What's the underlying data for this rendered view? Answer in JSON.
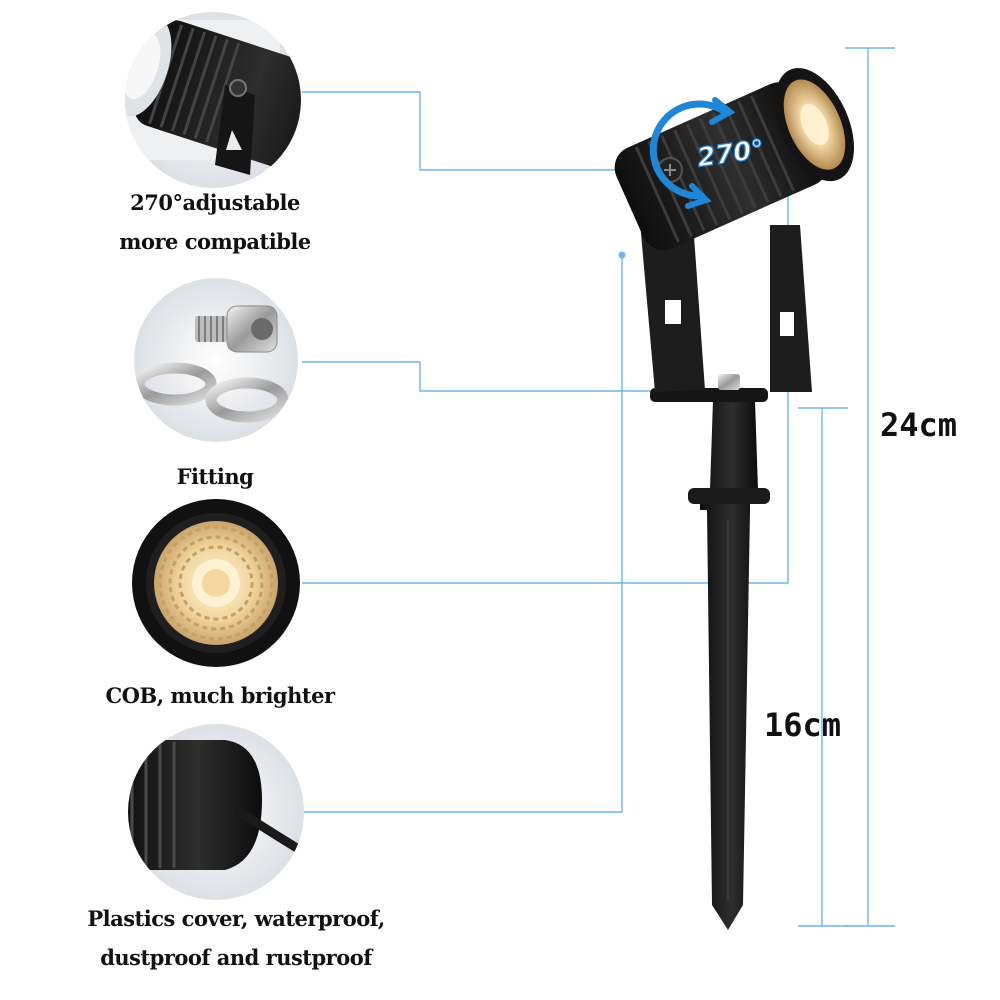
{
  "features": [
    {
      "caption_lines": [
        "270°adjustable",
        "more compatible"
      ],
      "icon": "adjustable-bracket-icon"
    },
    {
      "caption_lines": [
        "Fitting"
      ],
      "icon": "screw-washer-icon"
    },
    {
      "caption_lines": [
        "COB, much brighter"
      ],
      "icon": "cob-led-icon"
    },
    {
      "caption_lines": [
        "Plastics   cover, waterproof,",
        "dustproof and rustproof"
      ],
      "icon": "cable-cover-icon"
    }
  ],
  "rotation_label": "270°",
  "dimensions": {
    "total_height": "24cm",
    "stake_height": "16cm"
  },
  "colors": {
    "callout_line": "#6fb6e6",
    "rotation_arrow": "#1f86d8",
    "light_body": "#1c1c1c",
    "led_glow": "#f3d9a6"
  }
}
